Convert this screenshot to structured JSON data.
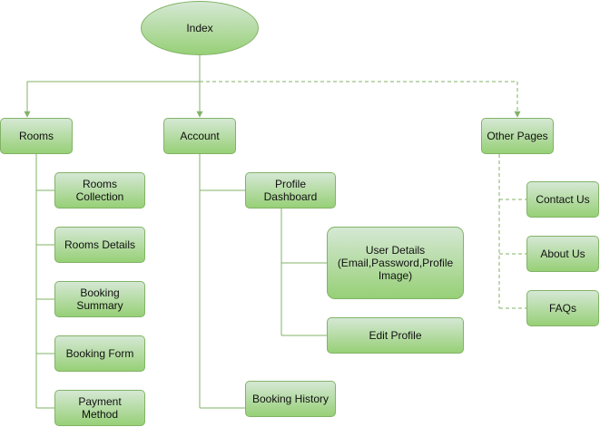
{
  "colors": {
    "connector": "#82b366",
    "node_fill_top": "#d5e8d4",
    "node_fill_bottom": "#97d077",
    "node_border": "#82b366"
  },
  "nodes": {
    "index": "Index",
    "rooms": "Rooms",
    "account": "Account",
    "other_pages": "Other Pages",
    "rooms_collection": "Rooms Collection",
    "rooms_details": "Rooms Details",
    "booking_summary": "Booking Summary",
    "booking_form": "Booking Form",
    "payment_method": "Payment Method",
    "profile_dashboard": "Profile Dashboard",
    "user_details": "User Details (Email,Password,Profile Image)",
    "edit_profile": "Edit Profile",
    "booking_history": "Booking History",
    "contact_us": "Contact Us",
    "about_us": "About Us",
    "faqs": "FAQs"
  }
}
